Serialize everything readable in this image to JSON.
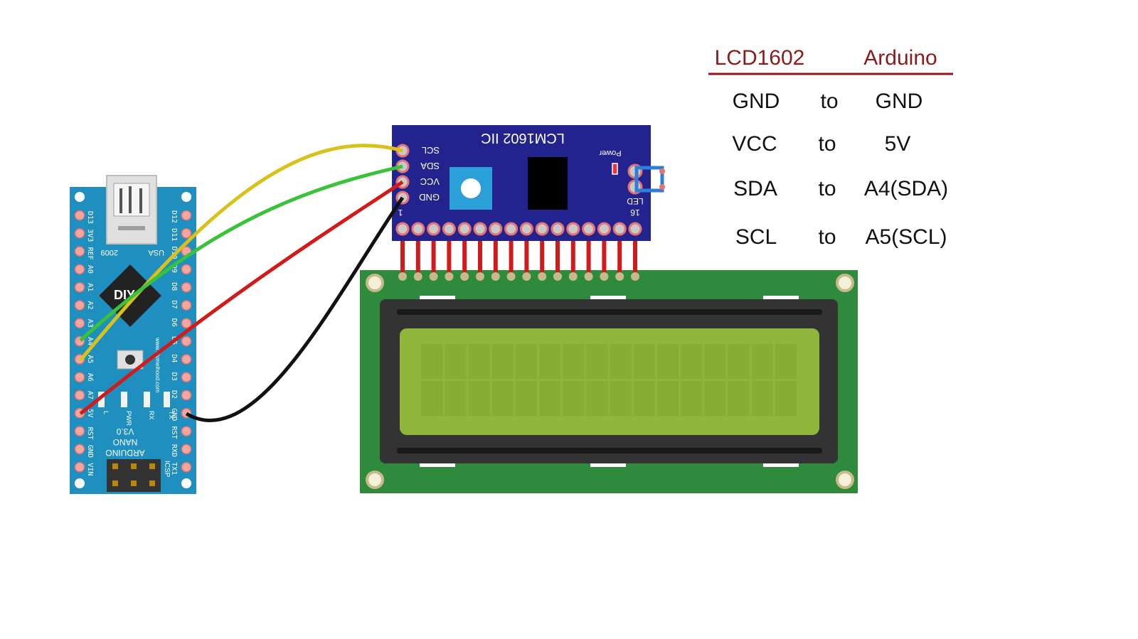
{
  "colors": {
    "nano_board": "#1f8fbf",
    "i2c_board": "#23238f",
    "lcd_pcb": "#2e8b3e",
    "lcd_screen": "#8fb63a",
    "wire_scl": "#d8c21a",
    "wire_sda": "#3ac23a",
    "wire_vcc": "#d11a1a",
    "wire_gnd": "#111111",
    "table_header": "#8b1a1a"
  },
  "nano": {
    "left_pins": [
      "D13",
      "3V3",
      "REF",
      "A0",
      "A1",
      "A2",
      "A3",
      "A4",
      "A5",
      "A6",
      "A7",
      "5V",
      "RST",
      "GND",
      "VIN"
    ],
    "right_pins": [
      "D12",
      "D11",
      "D10",
      "D9",
      "D8",
      "D7",
      "D6",
      "D5",
      "D4",
      "D3",
      "D2",
      "GND",
      "RST",
      "RXD",
      "TX1"
    ],
    "year": "2009",
    "country": "USA",
    "board_name_1": "ARDUINO",
    "board_name_2": "NANO",
    "version": "V3.0",
    "led_labels": [
      "L",
      "PWR",
      "RX",
      "TX"
    ],
    "icsp": "ICSP",
    "website": "www.diymeihood.com",
    "chip_logo": "DIY"
  },
  "i2c": {
    "title": "LCM1602 IIC",
    "pins": [
      "SCL",
      "SDA",
      "VCC",
      "GND"
    ],
    "power_label": "Power",
    "led_label": "LED",
    "pin_first": "1",
    "pin_last": "16"
  },
  "table": {
    "header_left": "LCD1602",
    "header_right": "Arduino",
    "rows": [
      {
        "left": "GND",
        "mid": "to",
        "right": "GND"
      },
      {
        "left": "VCC",
        "mid": "to",
        "right": "5V"
      },
      {
        "left": "SDA",
        "mid": "to",
        "right": "A4(SDA)"
      },
      {
        "left": "SCL",
        "mid": "to",
        "right": "A5(SCL)"
      }
    ]
  }
}
